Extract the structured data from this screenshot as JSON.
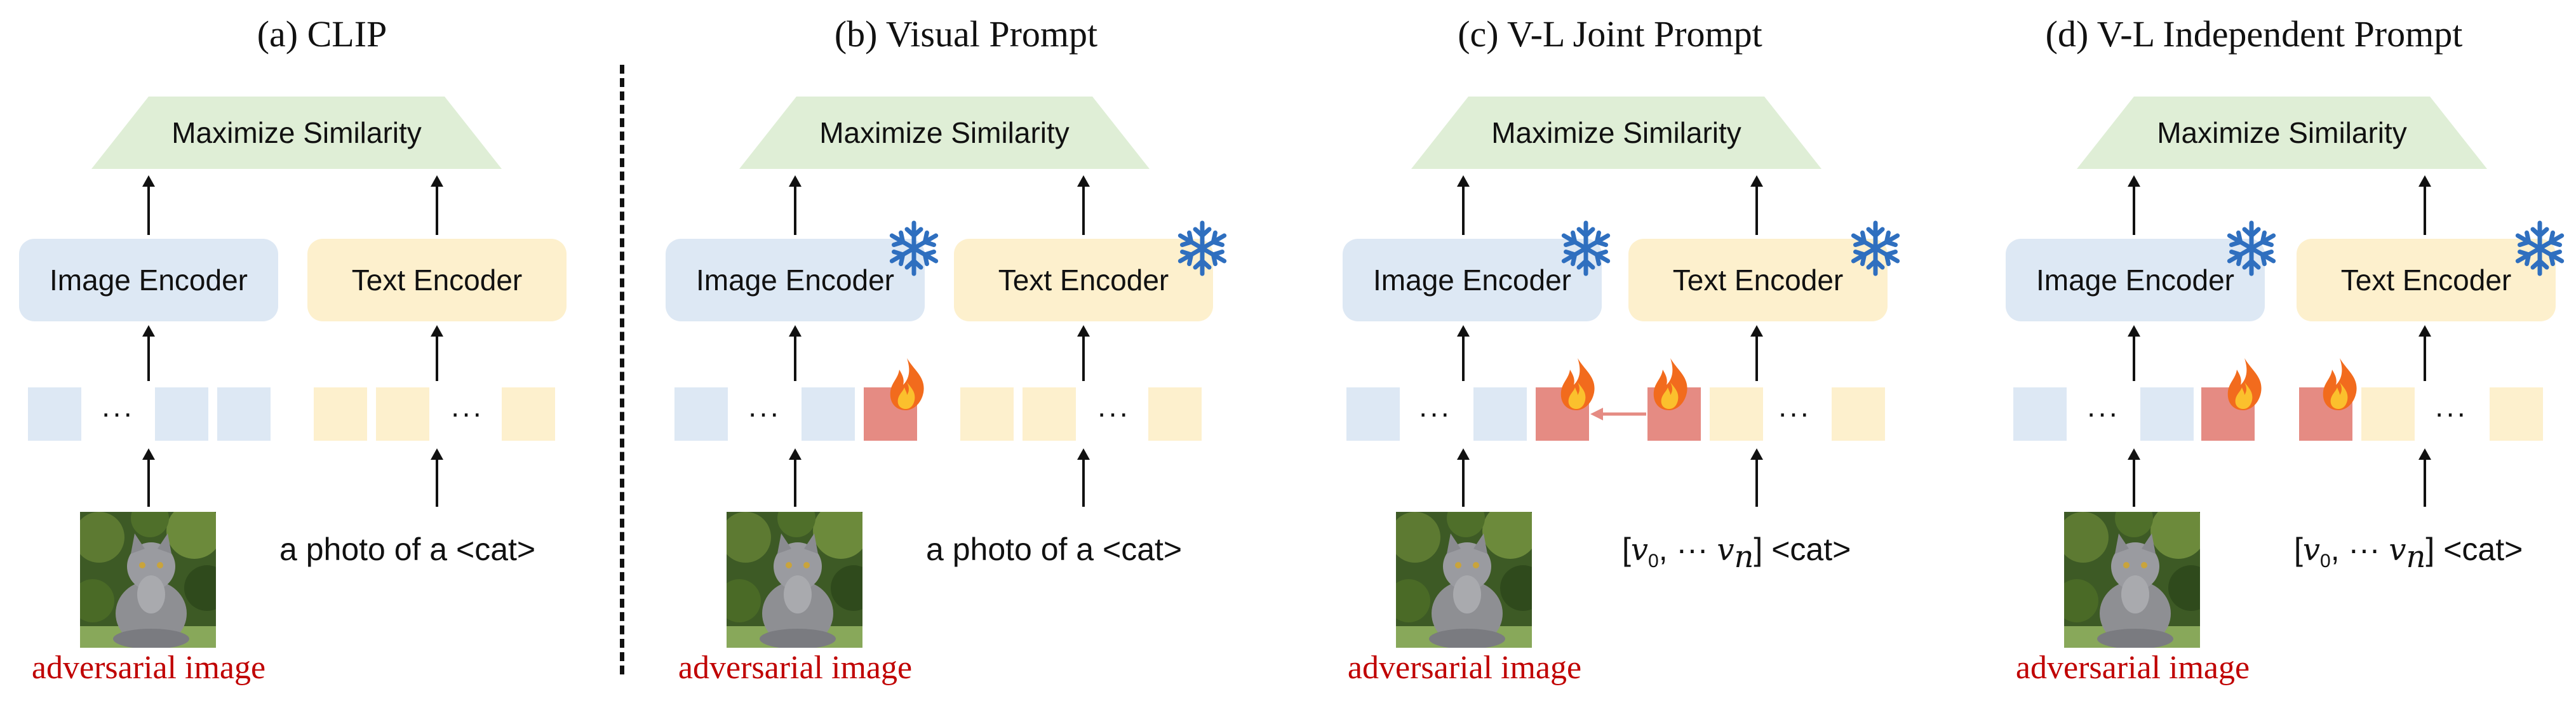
{
  "panels": [
    {
      "title": "(a) CLIP",
      "objective": "Maximize Similarity",
      "image_encoder": "Image Encoder",
      "text_encoder": "Text Encoder",
      "ellipsis_image": "···",
      "ellipsis_text": "···",
      "text_input": "a photo of a <cat>",
      "image_caption": "adversarial image"
    },
    {
      "title": "(b) Visual Prompt",
      "objective": "Maximize Similarity",
      "image_encoder": "Image Encoder",
      "text_encoder": "Text Encoder",
      "ellipsis_image": "···",
      "ellipsis_text": "···",
      "text_input": "a photo of a <cat>",
      "image_caption": "adversarial image"
    },
    {
      "title": "(c) V-L Joint Prompt",
      "objective": "Maximize Similarity",
      "image_encoder": "Image Encoder",
      "text_encoder": "Text Encoder",
      "ellipsis_image": "···",
      "ellipsis_text": "···",
      "prompt_open": "[",
      "prompt_v0": "v",
      "prompt_sub0": "0",
      "prompt_mid": ", ··· ",
      "prompt_vn": "v",
      "prompt_subn": "n",
      "prompt_close": "]",
      "prompt_class": " <cat>",
      "image_caption": "adversarial image"
    },
    {
      "title": "(d) V-L Independent Prompt",
      "objective": "Maximize Similarity",
      "image_encoder": "Image Encoder",
      "text_encoder": "Text Encoder",
      "ellipsis_image": "···",
      "ellipsis_text": "···",
      "prompt_open": "[",
      "prompt_v0": "v",
      "prompt_sub0": "0",
      "prompt_mid": ", ··· ",
      "prompt_vn": "v",
      "prompt_subn": "n",
      "prompt_close": "]",
      "prompt_class": " <cat>",
      "image_caption": "adversarial image"
    }
  ],
  "colors": {
    "objective_fill": "#dfeed6",
    "image_encoder_fill": "#dde8f4",
    "text_encoder_fill": "#fdf0cd",
    "image_token": "#dde8f4",
    "text_token": "#fdf0cd",
    "learnable_token": "#e58b83",
    "caption_text": "#c00000",
    "frozen_icon": "#2f6fbf",
    "coupling_arrow": "#e58b83"
  },
  "icons": {
    "frozen": "snowflake-icon",
    "trainable": "flame-icon"
  }
}
